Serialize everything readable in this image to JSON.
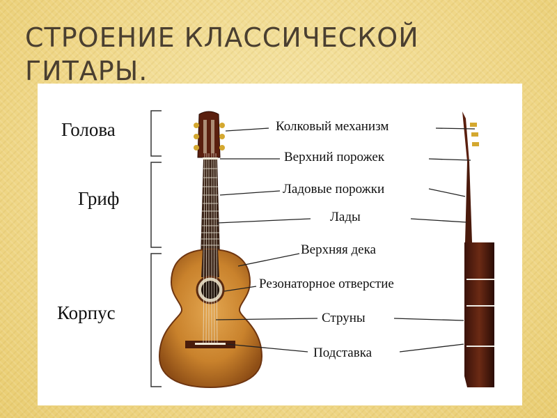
{
  "title": "Строение классической гитары.",
  "groups": {
    "head": "Голова",
    "neck": "Гриф",
    "body": "Корпус"
  },
  "parts": {
    "tuning_machine": "Колковый механизм",
    "nut": "Верхний порожек",
    "frets": "Ладовые порожки",
    "fret_spaces": "Лады",
    "soundboard": "Верхняя дека",
    "soundhole": "Резонаторное отверстие",
    "strings": "Струны",
    "bridge": "Подставка"
  }
}
